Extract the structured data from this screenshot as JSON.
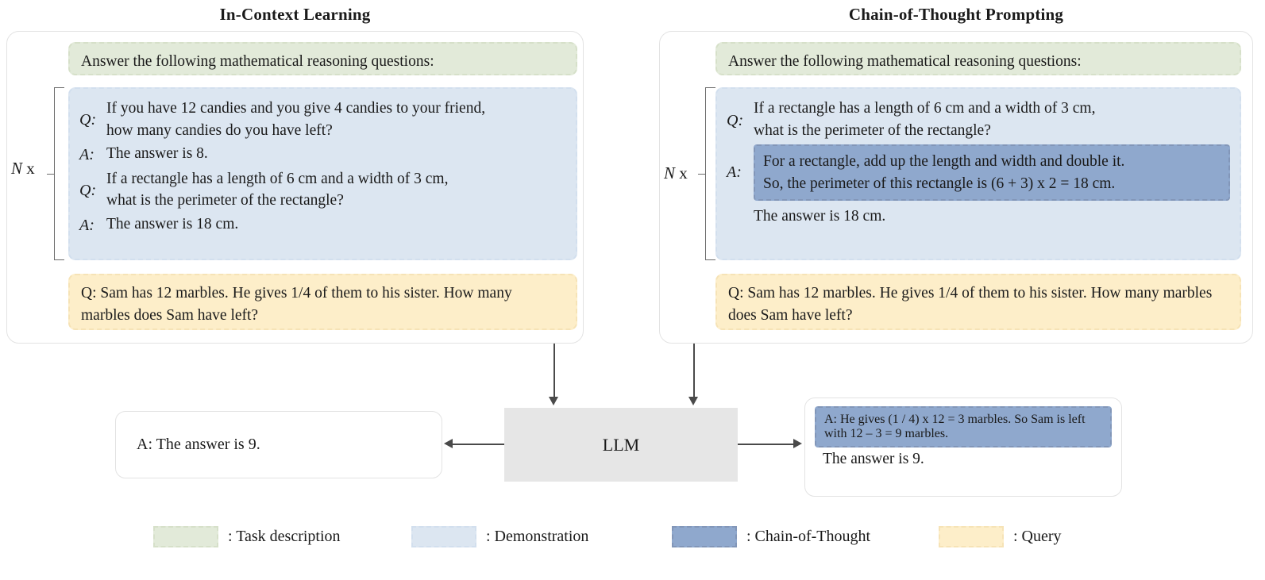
{
  "panels": {
    "left": {
      "title": "In-Context Learning",
      "task_description": "Answer the following mathematical reasoning questions:",
      "repeat_label_italic": "N",
      "repeat_label_rest": " x",
      "demonstration": [
        {
          "tag": "Q:",
          "lines": [
            "If you have 12 candies and you give 4 candies to your friend,",
            "how many candies do you have left?"
          ]
        },
        {
          "tag": "A:",
          "lines": [
            "The answer is 8."
          ]
        },
        {
          "tag": "Q:",
          "lines": [
            "If a rectangle has a length of 6 cm and a width of 3 cm,",
            "what is the perimeter of the rectangle?"
          ]
        },
        {
          "tag": "A:",
          "lines": [
            "The answer is 18 cm."
          ]
        }
      ],
      "query": [
        "Q:    Sam has 12 marbles. He gives 1/4 of them to his sister.",
        "How many marbles does Sam have left?"
      ]
    },
    "right": {
      "title": "Chain-of-Thought Prompting",
      "task_description": "Answer the following mathematical reasoning questions:",
      "repeat_label_italic": "N",
      "repeat_label_rest": " x",
      "demo_question_tag": "Q:",
      "demo_question_lines": [
        "If a rectangle has a length of 6 cm and a width of 3 cm,",
        "what is the perimeter of the rectangle?"
      ],
      "demo_answer_tag": "A:",
      "demo_cot_lines": [
        "For a rectangle, add up the length and width and double it.",
        "So, the perimeter of this rectangle is (6 + 3) x 2 = 18 cm."
      ],
      "demo_answer_tail": "The answer is 18 cm.",
      "query": [
        "Q:    Sam has 12 marbles. He gives 1/4 of them to his sister.",
        "How many marbles does Sam have left?"
      ]
    }
  },
  "model": {
    "label": "LLM"
  },
  "outputs": {
    "left": "A: The answer is 9.",
    "right_cot_lines": [
      "A: He gives (1 / 4) x 12 = 3 marbles.",
      "So Sam is left with 12 – 3 = 9 marbles."
    ],
    "right_tail": "The answer is 9."
  },
  "legend": [
    {
      "label": ": Task description",
      "color": "#e2ead9",
      "border": "#d6e0c9"
    },
    {
      "label": ": Demonstration",
      "color": "#dce6f1",
      "border": "#d2dfee"
    },
    {
      "label": ": Chain-of-Thought",
      "color": "#8fa8cd",
      "border": "#8296b8"
    },
    {
      "label": ": Query",
      "color": "#fdeec9",
      "border": "#f6e3b6"
    }
  ],
  "colors": {
    "task_description": "#e2ead9",
    "demonstration": "#dce6f1",
    "chain_of_thought": "#8fa8cd",
    "query": "#fdeec9",
    "llm_box": "#e6e6e6",
    "arrow": "#4a4a4a",
    "panel_border": "#e3e3e3"
  }
}
